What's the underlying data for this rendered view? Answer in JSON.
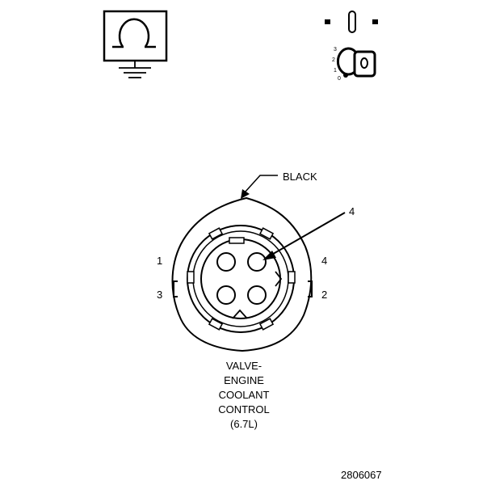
{
  "symbols": {
    "ohmmeter_icon": "ohm-ground-meter-icon",
    "ignition_icon": "ignition-key-switch-icon",
    "ignition_positions": [
      "3",
      "2",
      "1",
      "0"
    ]
  },
  "connector": {
    "color_label": "BLACK",
    "callout_pin": "4",
    "pin_labels": {
      "left_top": "1",
      "left_bottom": "3",
      "right_top": "4",
      "right_bottom": "2"
    },
    "name_lines": [
      "VALVE-",
      "ENGINE",
      "COOLANT",
      "CONTROL",
      "(6.7L)"
    ]
  },
  "figure_number": "2806067",
  "colors": {
    "ink": "#000000",
    "background": "#ffffff"
  }
}
